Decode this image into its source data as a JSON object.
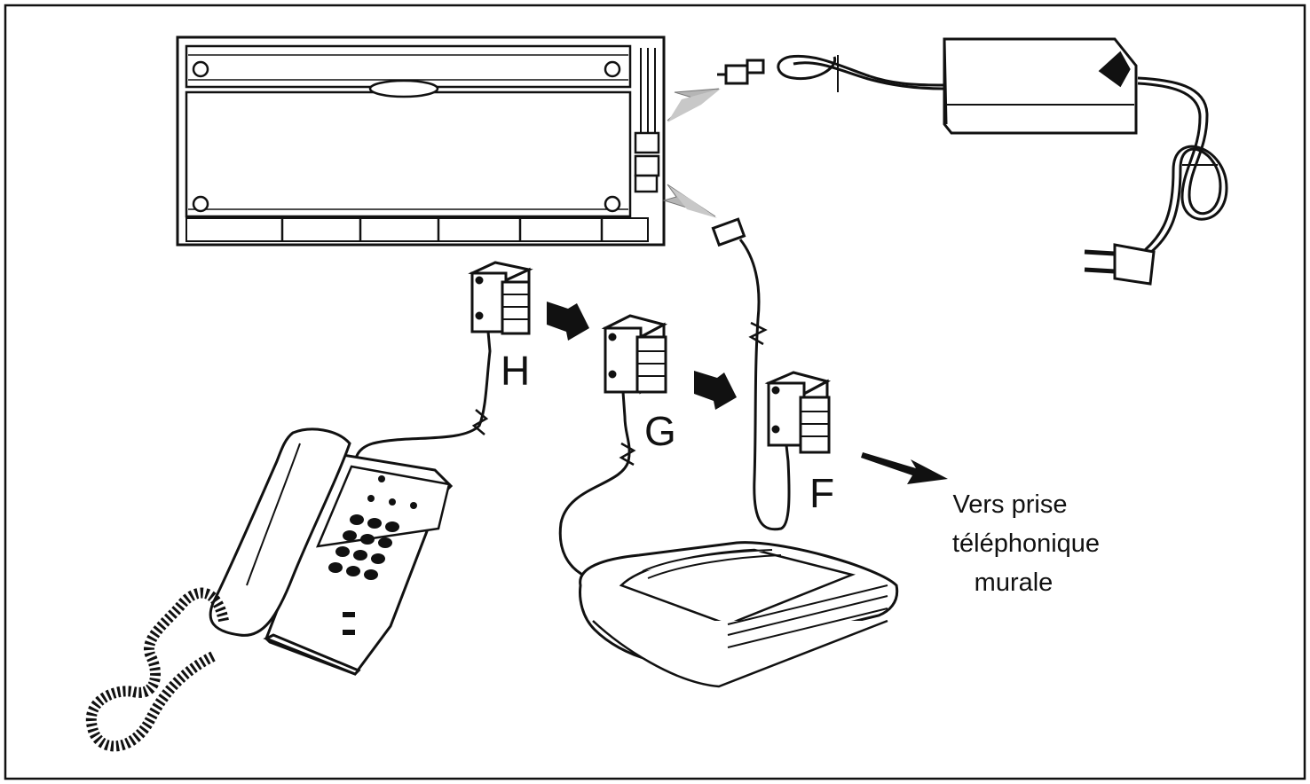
{
  "labels": {
    "h": "H",
    "g": "G",
    "f": "F"
  },
  "caption": {
    "line1": "Vers prise",
    "line2": "téléphonique",
    "line3": "murale"
  },
  "colors": {
    "ink": "#111111",
    "arrow_grey": "#b5b5b5",
    "arrow_black": "#111111"
  }
}
